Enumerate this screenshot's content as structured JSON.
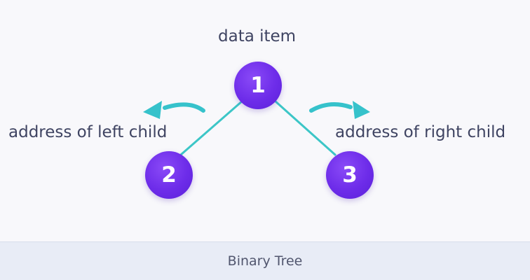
{
  "diagram": {
    "root_label": "data item",
    "left_label": "address of left child",
    "right_label": "address of right child",
    "nodes": {
      "root": "1",
      "left": "2",
      "right": "3"
    },
    "colors": {
      "node_fill": "#6d2ce9",
      "edge": "#3cc6c7",
      "arrow": "#36c2cb",
      "text": "#3f4462",
      "background": "#f8f8fb"
    }
  },
  "caption": "Binary Tree"
}
